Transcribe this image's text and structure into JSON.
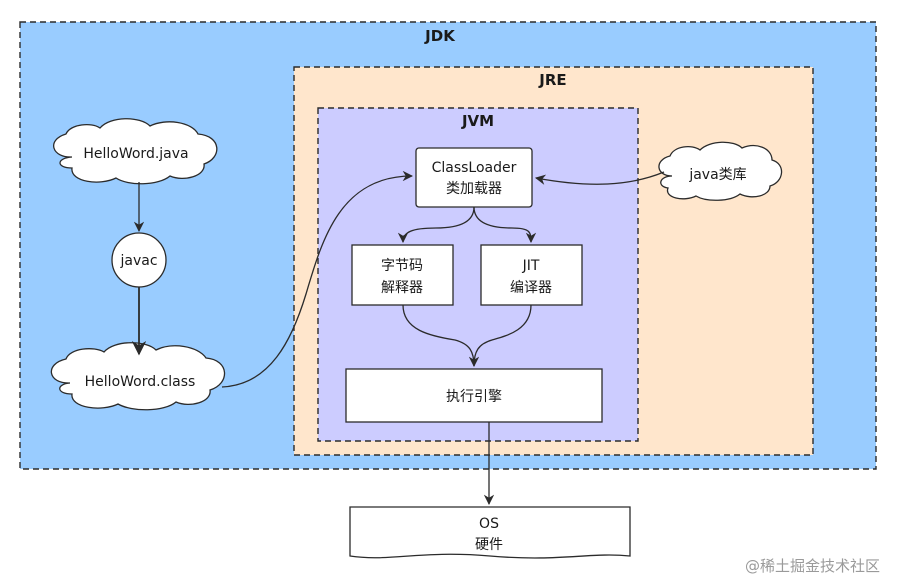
{
  "containers": {
    "jdk": "JDK",
    "jre": "JRE",
    "jvm": "JVM"
  },
  "source_file": "HelloWord.java",
  "compiler": "javac",
  "class_file": "HelloWord.class",
  "class_loader": {
    "line1": "ClassLoader",
    "line2": "类加载器"
  },
  "java_library": "java类库",
  "bytecode_interpreter": {
    "line1": "字节码",
    "line2": "解释器"
  },
  "jit_compiler": {
    "line1": "JIT",
    "line2": "编译器"
  },
  "execution_engine": "执行引擎",
  "os": {
    "line1": "OS",
    "line2": "硬件"
  },
  "watermark": "@稀土掘金技术社区",
  "colors": {
    "jdk_fill": "#99ccff",
    "jre_fill": "#ffe6cc",
    "jvm_fill": "#ccccff",
    "box_fill": "#ffffff",
    "stroke": "#2b2b2b"
  }
}
